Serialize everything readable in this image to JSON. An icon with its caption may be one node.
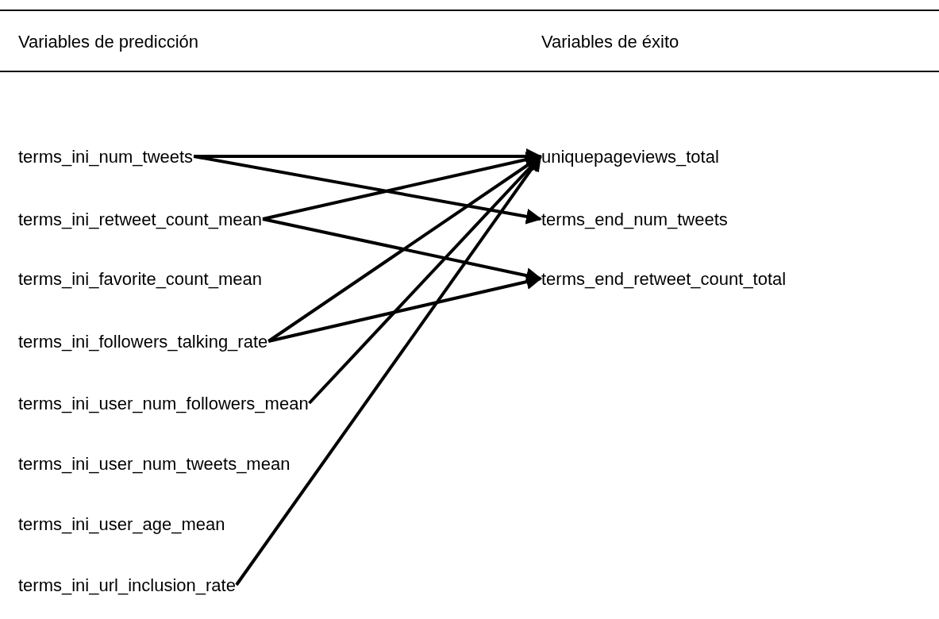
{
  "diagram": {
    "nodes": [
      {
        "text": [
          "terms_ini_num_tweets"
        ]
      },
      {
        "text": [
          "terms_ini_retweet_count_mean"
        ]
      },
      {
        "text": [
          "terms_ini_favorite_count_mean"
        ]
      },
      {
        "text": [
          "terms_ini_followers_talking_rate"
        ]
      },
      {
        "text": [
          "terms_ini_user_num_followers_mean"
        ]
      },
      {
        "text": [
          "terms_ini_user_num_tweets_mean"
        ]
      },
      {
        "text": [
          "terms_ini_user_age_mean"
        ]
      },
      {
        "text": [
          "terms_ini_url_inclusion_rate"
        ]
      },
      {
        "text": [
          "uniquepageviews_total"
        ]
      },
      {
        "text": [
          "terms_end_num_tweets"
        ]
      },
      {
        "text": [
          "terms_end_retweet_count_total"
        ]
      }
    ],
    "edges": [
      {
        "from": 0,
        "to": 8,
        "arrow": "to"
      },
      {
        "from": 0,
        "to": 9,
        "arrow": "to"
      },
      {
        "from": 1,
        "to": 8,
        "arrow": "to"
      },
      {
        "from": 1,
        "to": 10,
        "arrow": "to"
      },
      {
        "from": 3,
        "to": 8,
        "arrow": "to"
      },
      {
        "from": 3,
        "to": 10,
        "arrow": "to"
      },
      {
        "from": 4,
        "to": 8,
        "arrow": "to"
      },
      {
        "from": 7,
        "to": 8,
        "arrow": "to"
      }
    ],
    "labels": [
      "Variables de predicción",
      "Variables de éxito"
    ]
  }
}
